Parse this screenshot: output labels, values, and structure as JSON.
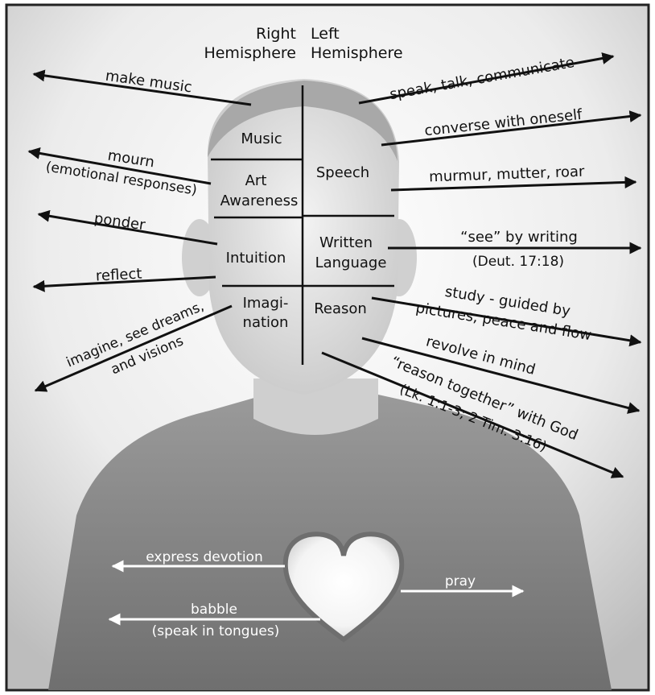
{
  "header": {
    "right_line1": "Right",
    "right_line2": "Hemisphere",
    "left_line1": "Left",
    "left_line2": "Hemisphere"
  },
  "regions": {
    "music": "Music",
    "art_line1": "Art",
    "art_line2": "Awareness",
    "intuition": "Intuition",
    "imagination_line1": "Imagi-",
    "imagination_line2": "nation",
    "speech": "Speech",
    "written_line1": "Written",
    "written_line2": "Language",
    "reason": "Reason"
  },
  "left_labels": {
    "make_music": "make music",
    "mourn": "mourn",
    "emotional": "(emotional responses)",
    "ponder": "ponder",
    "reflect": "reflect",
    "imagine_line1": "imagine, see dreams,",
    "imagine_line2": "and visions"
  },
  "right_labels": {
    "speak": "speak, talk, communicate",
    "converse": "converse with oneself",
    "murmur": "murmur, mutter, roar",
    "see_writing": "“see” by writing",
    "deut": "(Deut. 17:18)",
    "study_line1": "study - guided by",
    "study_line2": "pictures, peace and flow",
    "revolve": "revolve in mind",
    "reason_line1": "“reason together” with God",
    "reason_line2": "(Lk. 1:1-3; 2 Tim. 3:16)"
  },
  "heart_labels": {
    "express": "express devotion",
    "babble_line1": "babble",
    "babble_line2": "(speak in tongues)",
    "pray": "pray"
  },
  "colors": {
    "ink": "#111111",
    "arrow_white": "#ffffff",
    "photo_bg": "#e9e9e9",
    "shirt": "#8a8a8a"
  }
}
